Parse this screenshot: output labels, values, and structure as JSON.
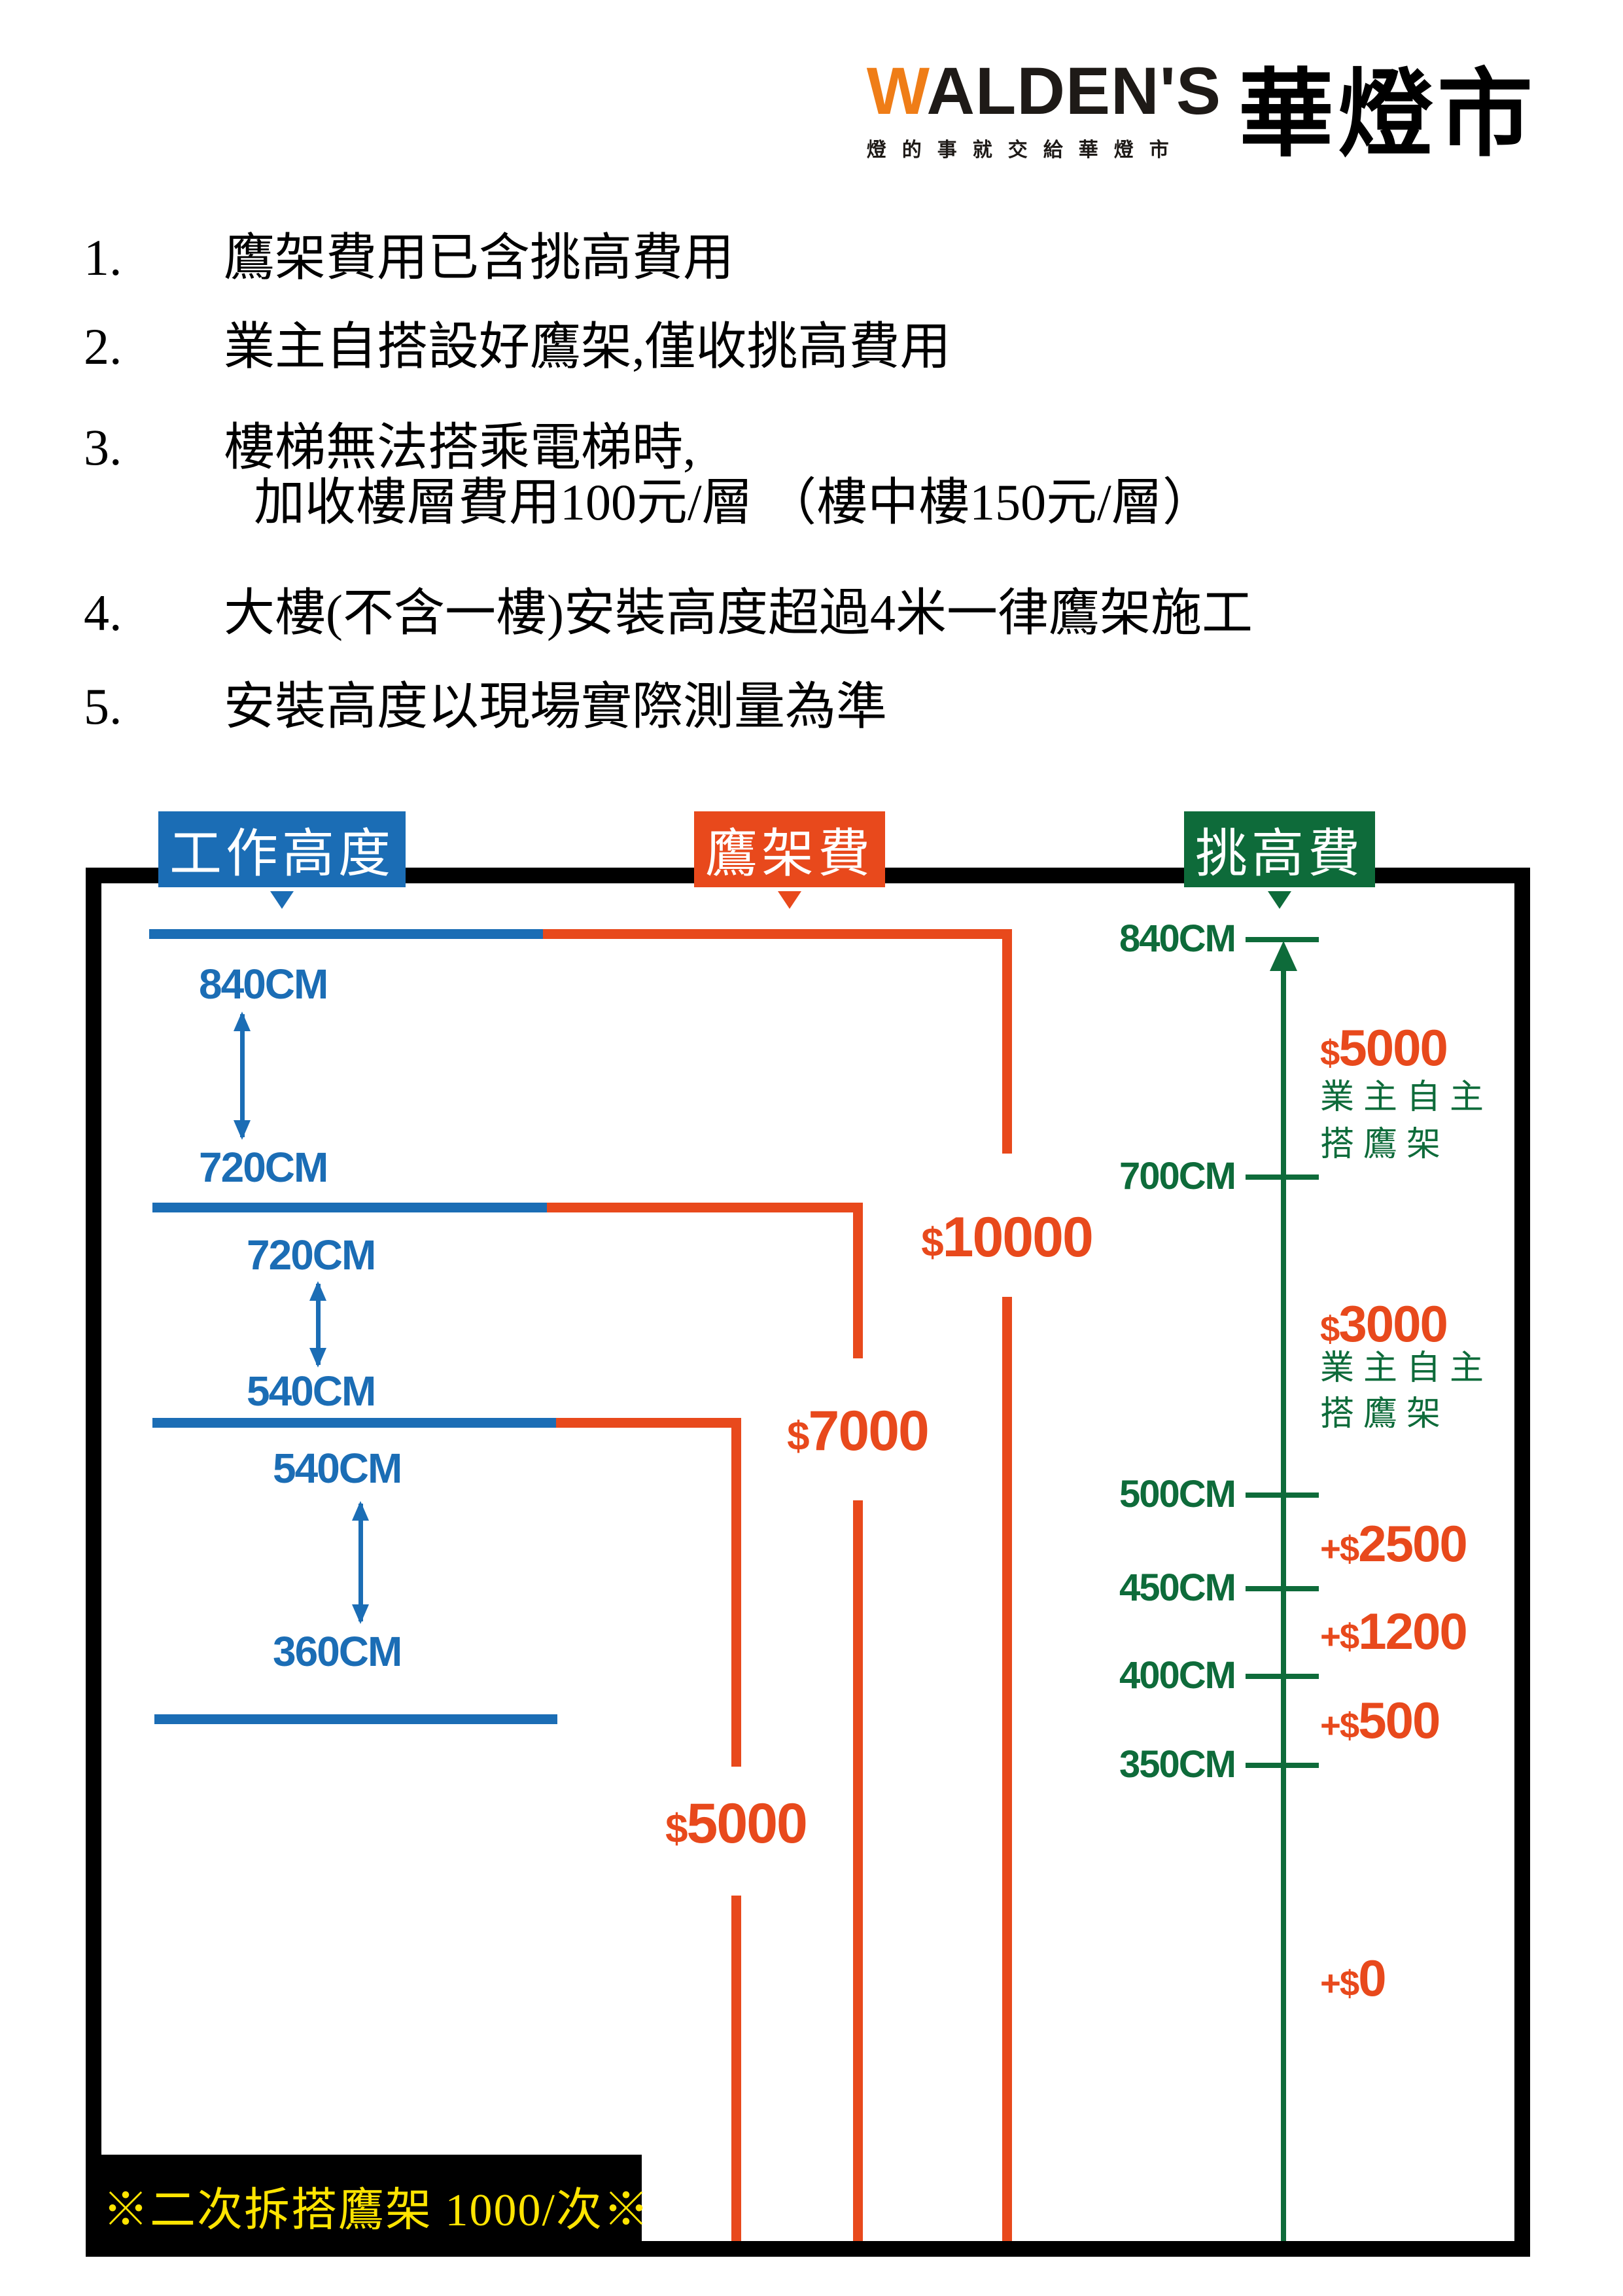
{
  "logo": {
    "brand_first_letter": "W",
    "brand_rest": "ALDEN'S",
    "brand_cn": "華燈市",
    "tagline": "燈的事就交給華燈市"
  },
  "notes": [
    {
      "num": "1.",
      "lines": [
        "鷹架費用已含挑高費用"
      ]
    },
    {
      "num": "2.",
      "lines": [
        "業主自搭設好鷹架,僅收挑高費用"
      ]
    },
    {
      "num": "3.",
      "lines": [
        "樓梯無法搭乘電梯時,",
        "加收樓層費用100元/層 （樓中樓150元/層）"
      ]
    },
    {
      "num": "4.",
      "lines": [
        "大樓(不含一樓)安裝高度超過4米一律鷹架施工"
      ]
    },
    {
      "num": "5.",
      "lines": [
        "安裝高度以現場實際測量為準"
      ]
    }
  ],
  "diagram": {
    "headers": [
      {
        "label": "工作高度",
        "color": "#1b6db5"
      },
      {
        "label": "鷹架費",
        "color": "#e8491c"
      },
      {
        "label": "挑高費",
        "color": "#0e6b3a"
      }
    ],
    "brackets": [
      {
        "upper": "840CM",
        "lower": "720CM",
        "fee_currency": "$",
        "fee_amount": "10000"
      },
      {
        "upper": "720CM",
        "lower": "540CM",
        "fee_currency": "$",
        "fee_amount": "7000"
      },
      {
        "upper": "540CM",
        "lower": "360CM",
        "fee_currency": "$",
        "fee_amount": "5000"
      }
    ],
    "lift_axis": {
      "ticks": [
        "840CM",
        "700CM",
        "500CM",
        "450CM",
        "400CM",
        "350CM"
      ],
      "fees": [
        {
          "currency": "$",
          "amount": "5000",
          "note_line1": "業主自主",
          "note_line2": "搭鷹架"
        },
        {
          "currency": "$",
          "amount": "3000",
          "note_line1": "業主自主",
          "note_line2": "搭鷹架"
        },
        {
          "currency": "+$",
          "amount": "2500"
        },
        {
          "currency": "+$",
          "amount": "1200"
        },
        {
          "currency": "+$",
          "amount": "500"
        },
        {
          "currency": "+$",
          "amount": "0"
        }
      ]
    },
    "footnote": "※二次拆搭鷹架 1000/次※"
  },
  "colors": {
    "blue": "#1b6db5",
    "orange": "#e8491c",
    "green": "#0e6b3a",
    "yellow": "#ffe400",
    "logo_orange": "#ef7d17"
  }
}
